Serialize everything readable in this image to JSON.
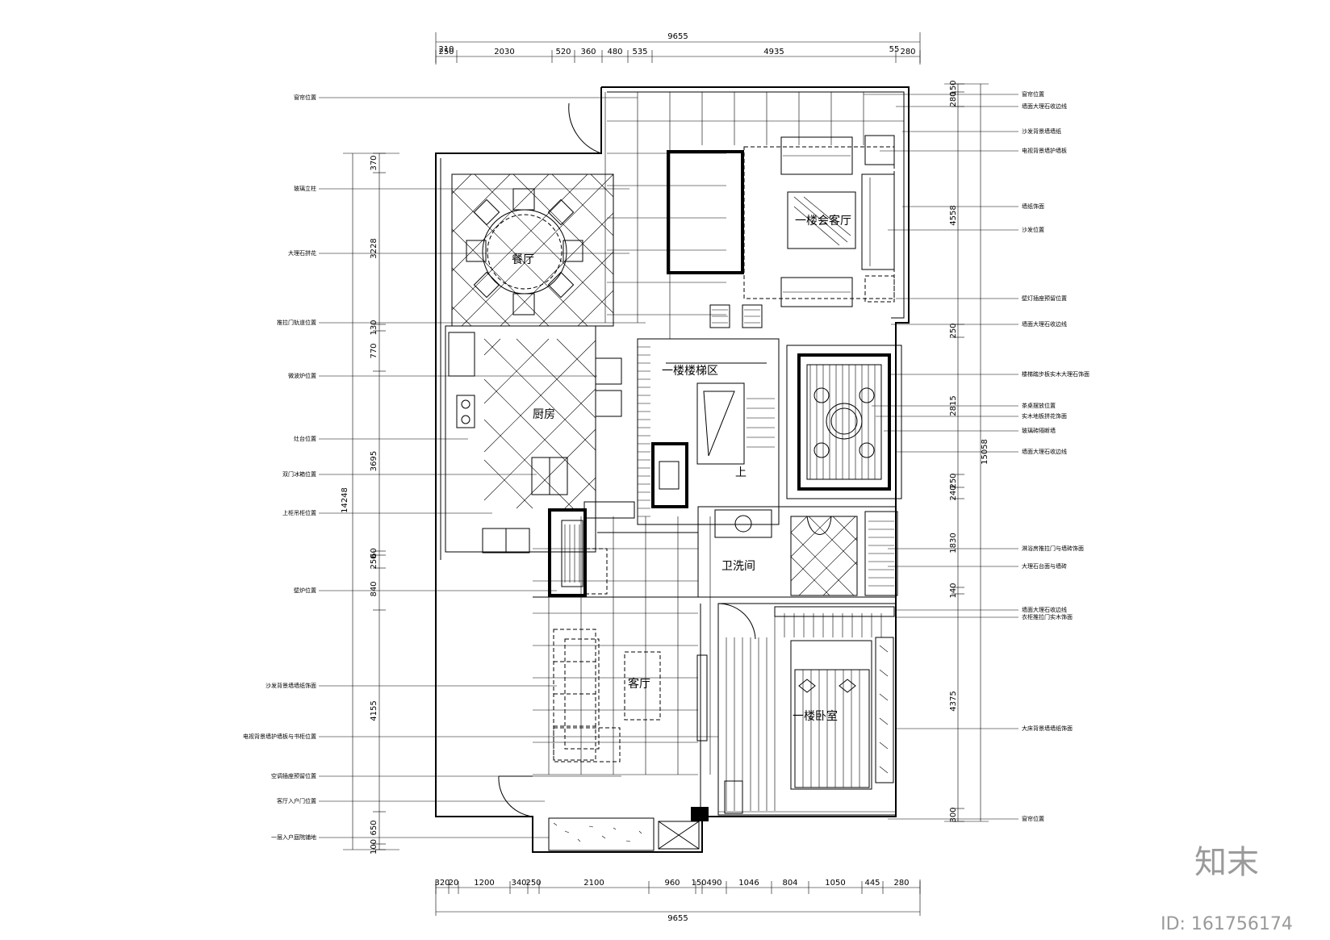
{
  "dims_top": {
    "total": "9655",
    "upper": [
      "210",
      "55"
    ],
    "segments": [
      "250",
      "2030",
      "520",
      "360",
      "480",
      "535",
      "4935",
      "280"
    ]
  },
  "dims_bottom": {
    "total": "9655",
    "segments": [
      "320",
      "20",
      "1200",
      "340",
      "250",
      "2100",
      "960",
      "150",
      "490",
      "1046",
      "804",
      "1050",
      "445",
      "280"
    ]
  },
  "dims_left": {
    "total": "14248",
    "segments": [
      "370",
      "3228",
      "130",
      "770",
      "3695",
      "60",
      "250",
      "840",
      "4155",
      "650",
      "100"
    ]
  },
  "dims_right": {
    "total": "15058",
    "segments": [
      "150",
      "280",
      "4558",
      "250",
      "2815",
      "250",
      "240",
      "1830",
      "140",
      "4375",
      "300"
    ]
  },
  "rooms": {
    "dining": "餐厅",
    "kitchen": "厨房",
    "stair": "一楼楼梯区",
    "stair_up": "上",
    "meeting": "一楼会客厅",
    "bath": "卫洗间",
    "living": "客厅",
    "bedroom": "一楼卧室"
  },
  "notes_left": [
    "窗帘位置",
    "玻璃立柱",
    "大理石拼花",
    "推拉门轨道位置",
    "微波炉位置",
    "灶台位置",
    "双门冰箱位置",
    "上柜吊柜位置",
    "壁炉位置",
    "沙发背景墙墙纸饰面",
    "电视背景墙护墙板与书柜位置",
    "空调插座预留位置",
    "客厅入户门位置",
    "一层入户庭院铺地"
  ],
  "notes_right": [
    "窗帘位置",
    "墙面大理石收边线",
    "沙发背景墙墙纸",
    "电视背景墙护墙板",
    "墙纸饰面",
    "沙发位置",
    "壁灯插座预留位置",
    "墙面大理石收边线",
    "楼梯踏步板实木大理石饰面",
    "茶桌摆放位置",
    "实木地板拼花饰面",
    "玻璃砖隔断墙",
    "墙面大理石收边线",
    "淋浴房推拉门与墙砖饰面",
    "大理石台面与墙砖",
    "墙面大理石收边线",
    "衣柜推拉门实木饰面",
    "大床背景墙墙纸饰面",
    "窗帘位置"
  ],
  "watermark": {
    "logo": "知末",
    "id": "ID: 161756174"
  }
}
